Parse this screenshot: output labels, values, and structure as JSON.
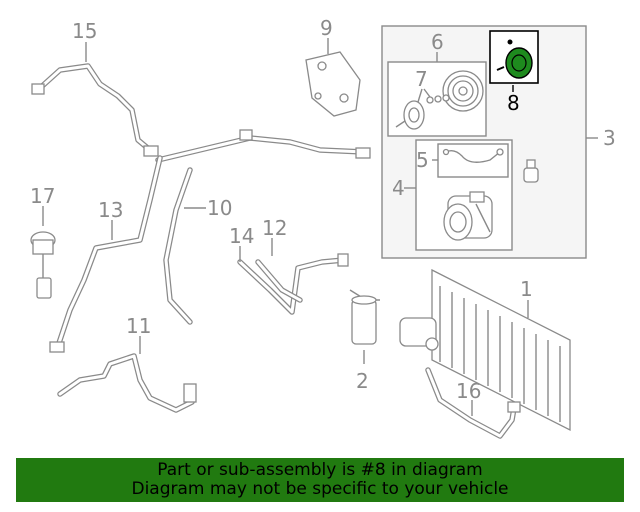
{
  "callouts": {
    "n1": "1",
    "n2": "2",
    "n3": "3",
    "n4": "4",
    "n5": "5",
    "n6": "6",
    "n7": "7",
    "n8": "8",
    "n9": "9",
    "n10": "10",
    "n11": "11",
    "n12": "12",
    "n13": "13",
    "n14": "14",
    "n15": "15",
    "n16": "16",
    "n17": "17"
  },
  "highlighted_part": "8",
  "banner": {
    "line1": "Part or sub-assembly is #8 in diagram",
    "line2": "Diagram may not be specific to your vehicle"
  },
  "colors": {
    "banner_bg": "#217a10",
    "highlight_part": "#1e8a1e",
    "line_art": "#8a8a8a"
  }
}
